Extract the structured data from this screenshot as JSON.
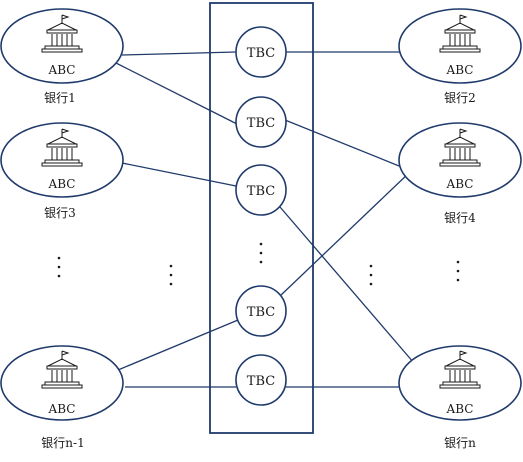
{
  "diagram": {
    "abc_label": "ABC",
    "tbc_label": "TBC",
    "left_banks": [
      {
        "name": "银行1"
      },
      {
        "name": "银行3"
      },
      {
        "name": "银行n-1"
      }
    ],
    "right_banks": [
      {
        "name": "银行2"
      },
      {
        "name": "银行4"
      },
      {
        "name": "银行n"
      }
    ],
    "tbc_nodes": 5,
    "colors": {
      "stroke": "#1f3a6b",
      "text": "#1a1a1a"
    }
  }
}
